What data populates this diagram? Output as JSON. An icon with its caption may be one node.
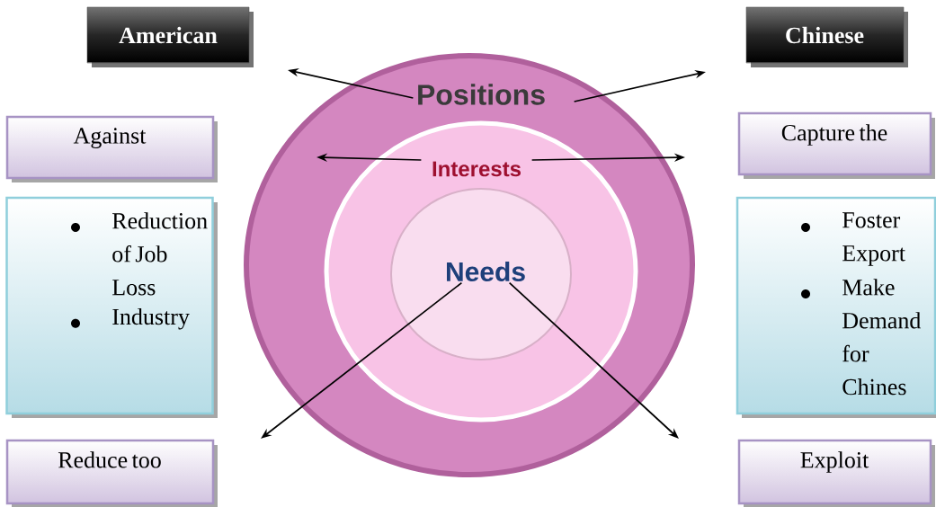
{
  "diagram": {
    "nodes": [
      {
        "text": [
          "American"
        ]
      },
      {
        "text": [
          "Chinese"
        ]
      },
      {
        "text": [
          "Positions"
        ]
      },
      {
        "text": [
          "Interests"
        ],
        "in": 2
      },
      {
        "text": [
          "Needs"
        ],
        "in": 3
      },
      {
        "text": [
          "Against"
        ]
      },
      {
        "text": [
          "Reduction of Job Loss",
          "Industry"
        ]
      },
      {
        "text": [
          "Capture the"
        ]
      },
      {
        "text": [
          "Foster Export",
          "Make Demand for Chines"
        ]
      },
      {
        "text": [
          "Reduce too"
        ]
      },
      {
        "text": [
          "Exploit"
        ]
      }
    ],
    "edges": [
      {
        "from": 2,
        "to": null,
        "arrow": "to"
      },
      {
        "from": 2,
        "to": null,
        "arrow": "to"
      },
      {
        "from": 3,
        "to": null,
        "arrow": "to"
      },
      {
        "from": 3,
        "to": null,
        "arrow": "to"
      },
      {
        "from": 4,
        "to": null,
        "arrow": "to"
      },
      {
        "from": 4,
        "to": null,
        "arrow": "to"
      }
    ]
  }
}
